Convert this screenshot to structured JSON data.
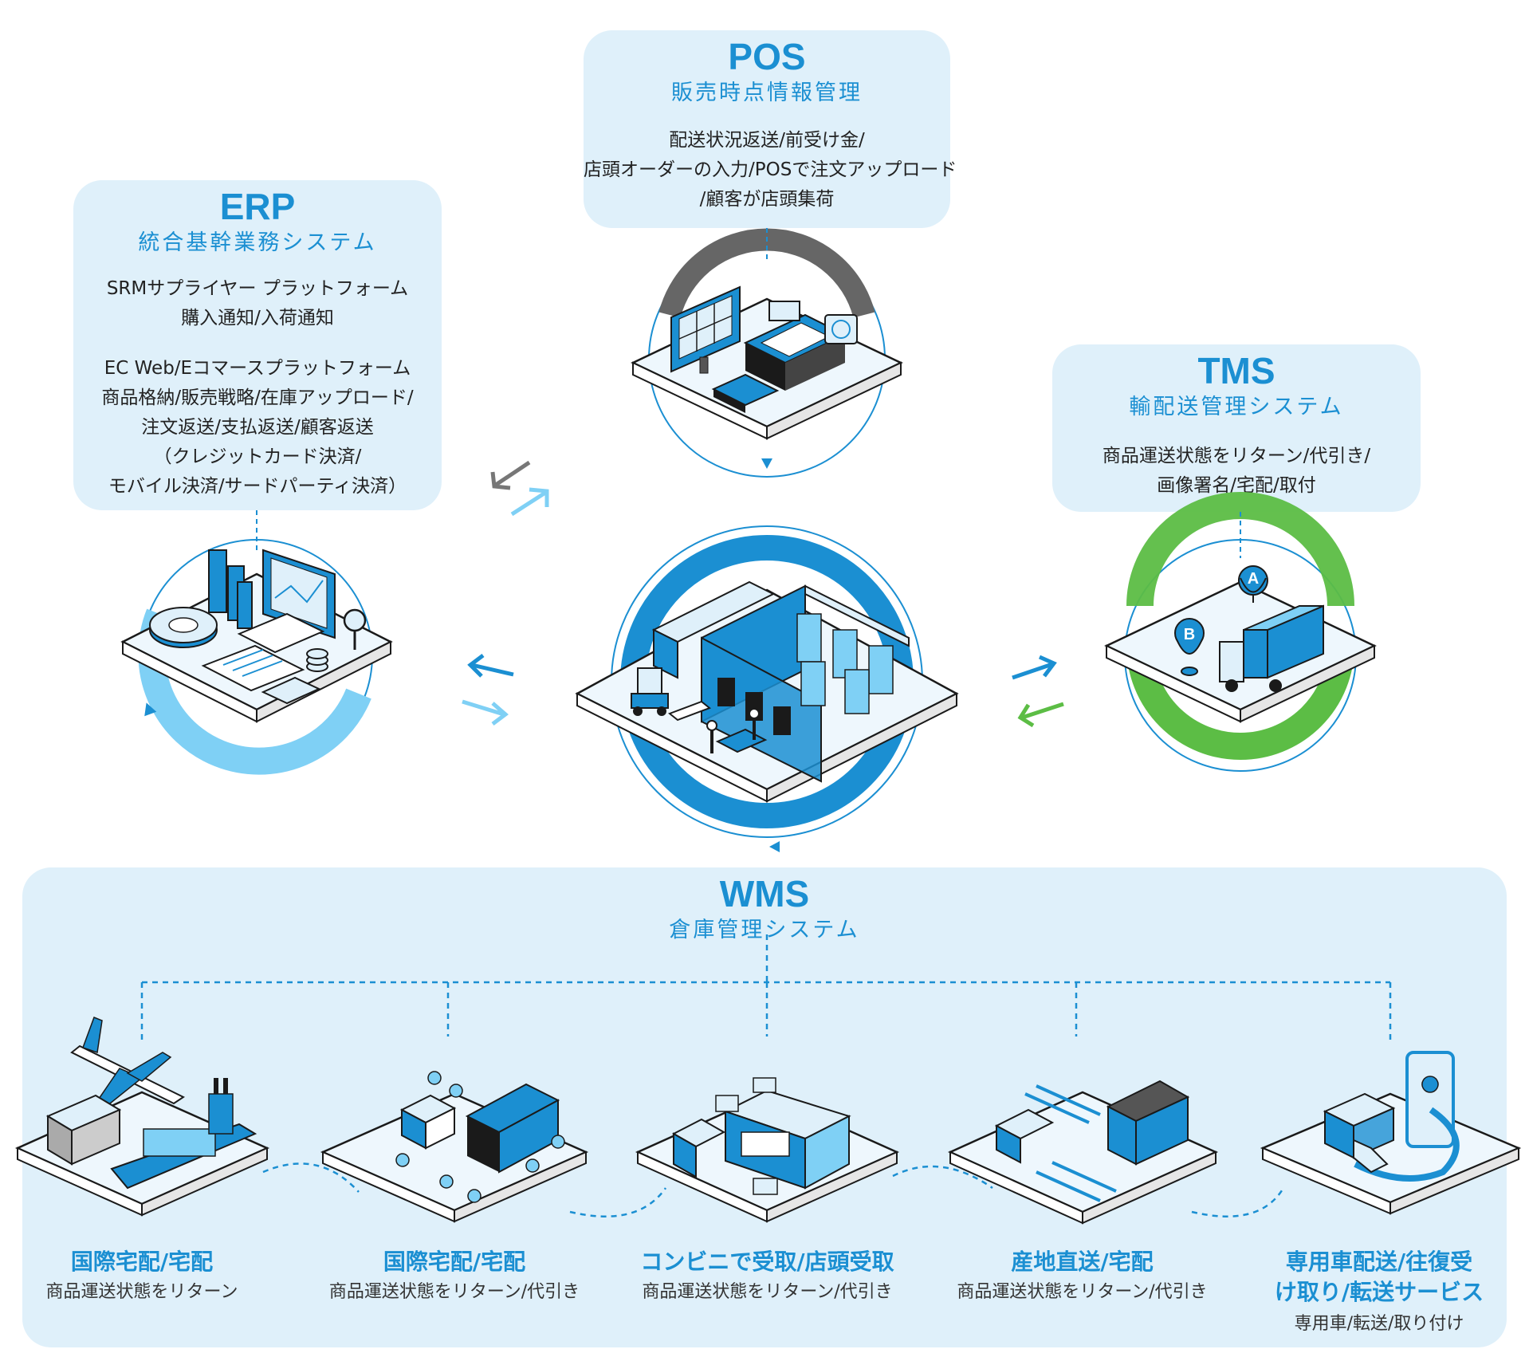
{
  "pos": {
    "title": "POS",
    "subtitle": "販売時点情報管理",
    "lines": [
      "配送状況返送/前受け金/",
      "店頭オーダーの入力/POSで注文アップロード",
      "/顧客が店頭集荷"
    ]
  },
  "erp": {
    "title": "ERP",
    "subtitle": "統合基幹業務システム",
    "lines": [
      "SRMサプライヤー プラットフォーム",
      "購入通知/入荷通知",
      "",
      "EC Web/Eコマースプラットフォーム",
      "商品格納/販売戦略/在庫アップロード/",
      "注文返送/支払返送/顧客返送",
      "（クレジットカード決済/",
      "モバイル決済/サードパーティ決済）"
    ]
  },
  "tms": {
    "title": "TMS",
    "subtitle": "輸配送管理システム",
    "lines": [
      "商品運送状態をリターン/代引き/",
      "画像署名/宅配/取付"
    ]
  },
  "wms": {
    "title": "WMS",
    "subtitle": "倉庫管理システム",
    "services": [
      {
        "title": "国際宅配/宅配",
        "desc": "商品運送状態をリターン"
      },
      {
        "title": "国際宅配/宅配",
        "desc": "商品運送状態をリターン/代引き"
      },
      {
        "title": "コンビニで受取/店頭受取",
        "desc": "商品運送状態をリターン/代引き"
      },
      {
        "title": "産地直送/宅配",
        "desc": "商品運送状態をリターン/代引き"
      },
      {
        "title": "専用車配送/往復受け取り/転送サービス",
        "title_line1": "専用車配送/往復受",
        "title_line2": "け取り/転送サービス",
        "desc": "専用車/転送/取り付け"
      }
    ]
  },
  "map_labels": {
    "pin_a": "A",
    "pin_b": "B"
  },
  "colors": {
    "accent": "#1b8fd2",
    "panel": "#dff0fa",
    "light_blue": "#7fd0f5",
    "green": "#5cbd45",
    "gray": "#777777",
    "dark": "#1a1a1a"
  }
}
